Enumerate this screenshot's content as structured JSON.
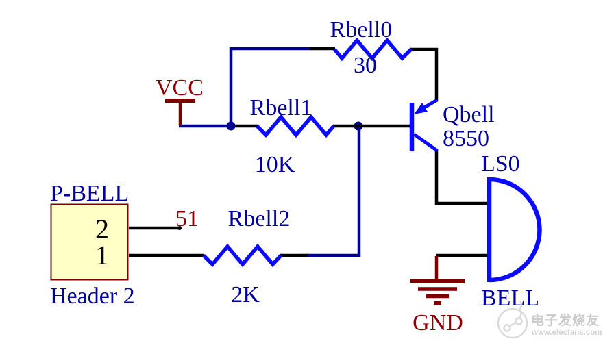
{
  "schematic": {
    "resistors": [
      {
        "designator": "Rbell0",
        "value": "30"
      },
      {
        "designator": "Rbell1",
        "value": "10K"
      },
      {
        "designator": "Rbell2",
        "value": "2K"
      }
    ],
    "transistor": {
      "designator": "Qbell",
      "part": "8550"
    },
    "speaker": {
      "designator": "LS0",
      "label": "BELL"
    },
    "header": {
      "designator": "P-BELL",
      "type": "Header 2",
      "pin_top": "2",
      "pin_bottom": "1"
    },
    "net_label": "51",
    "power": {
      "vcc": "VCC",
      "gnd": "GND"
    },
    "colors": {
      "wire_blue": "#000090",
      "symbol_blue": "#0b0bff",
      "label_blue": "#0000A0",
      "power_maroon": "#8B0000",
      "lead_black": "#000000",
      "header_fill": "#FFFFC6",
      "header_border": "#7F0000"
    },
    "watermark": {
      "brand": "电子发烧友",
      "url": "www.elecfans.com"
    }
  }
}
